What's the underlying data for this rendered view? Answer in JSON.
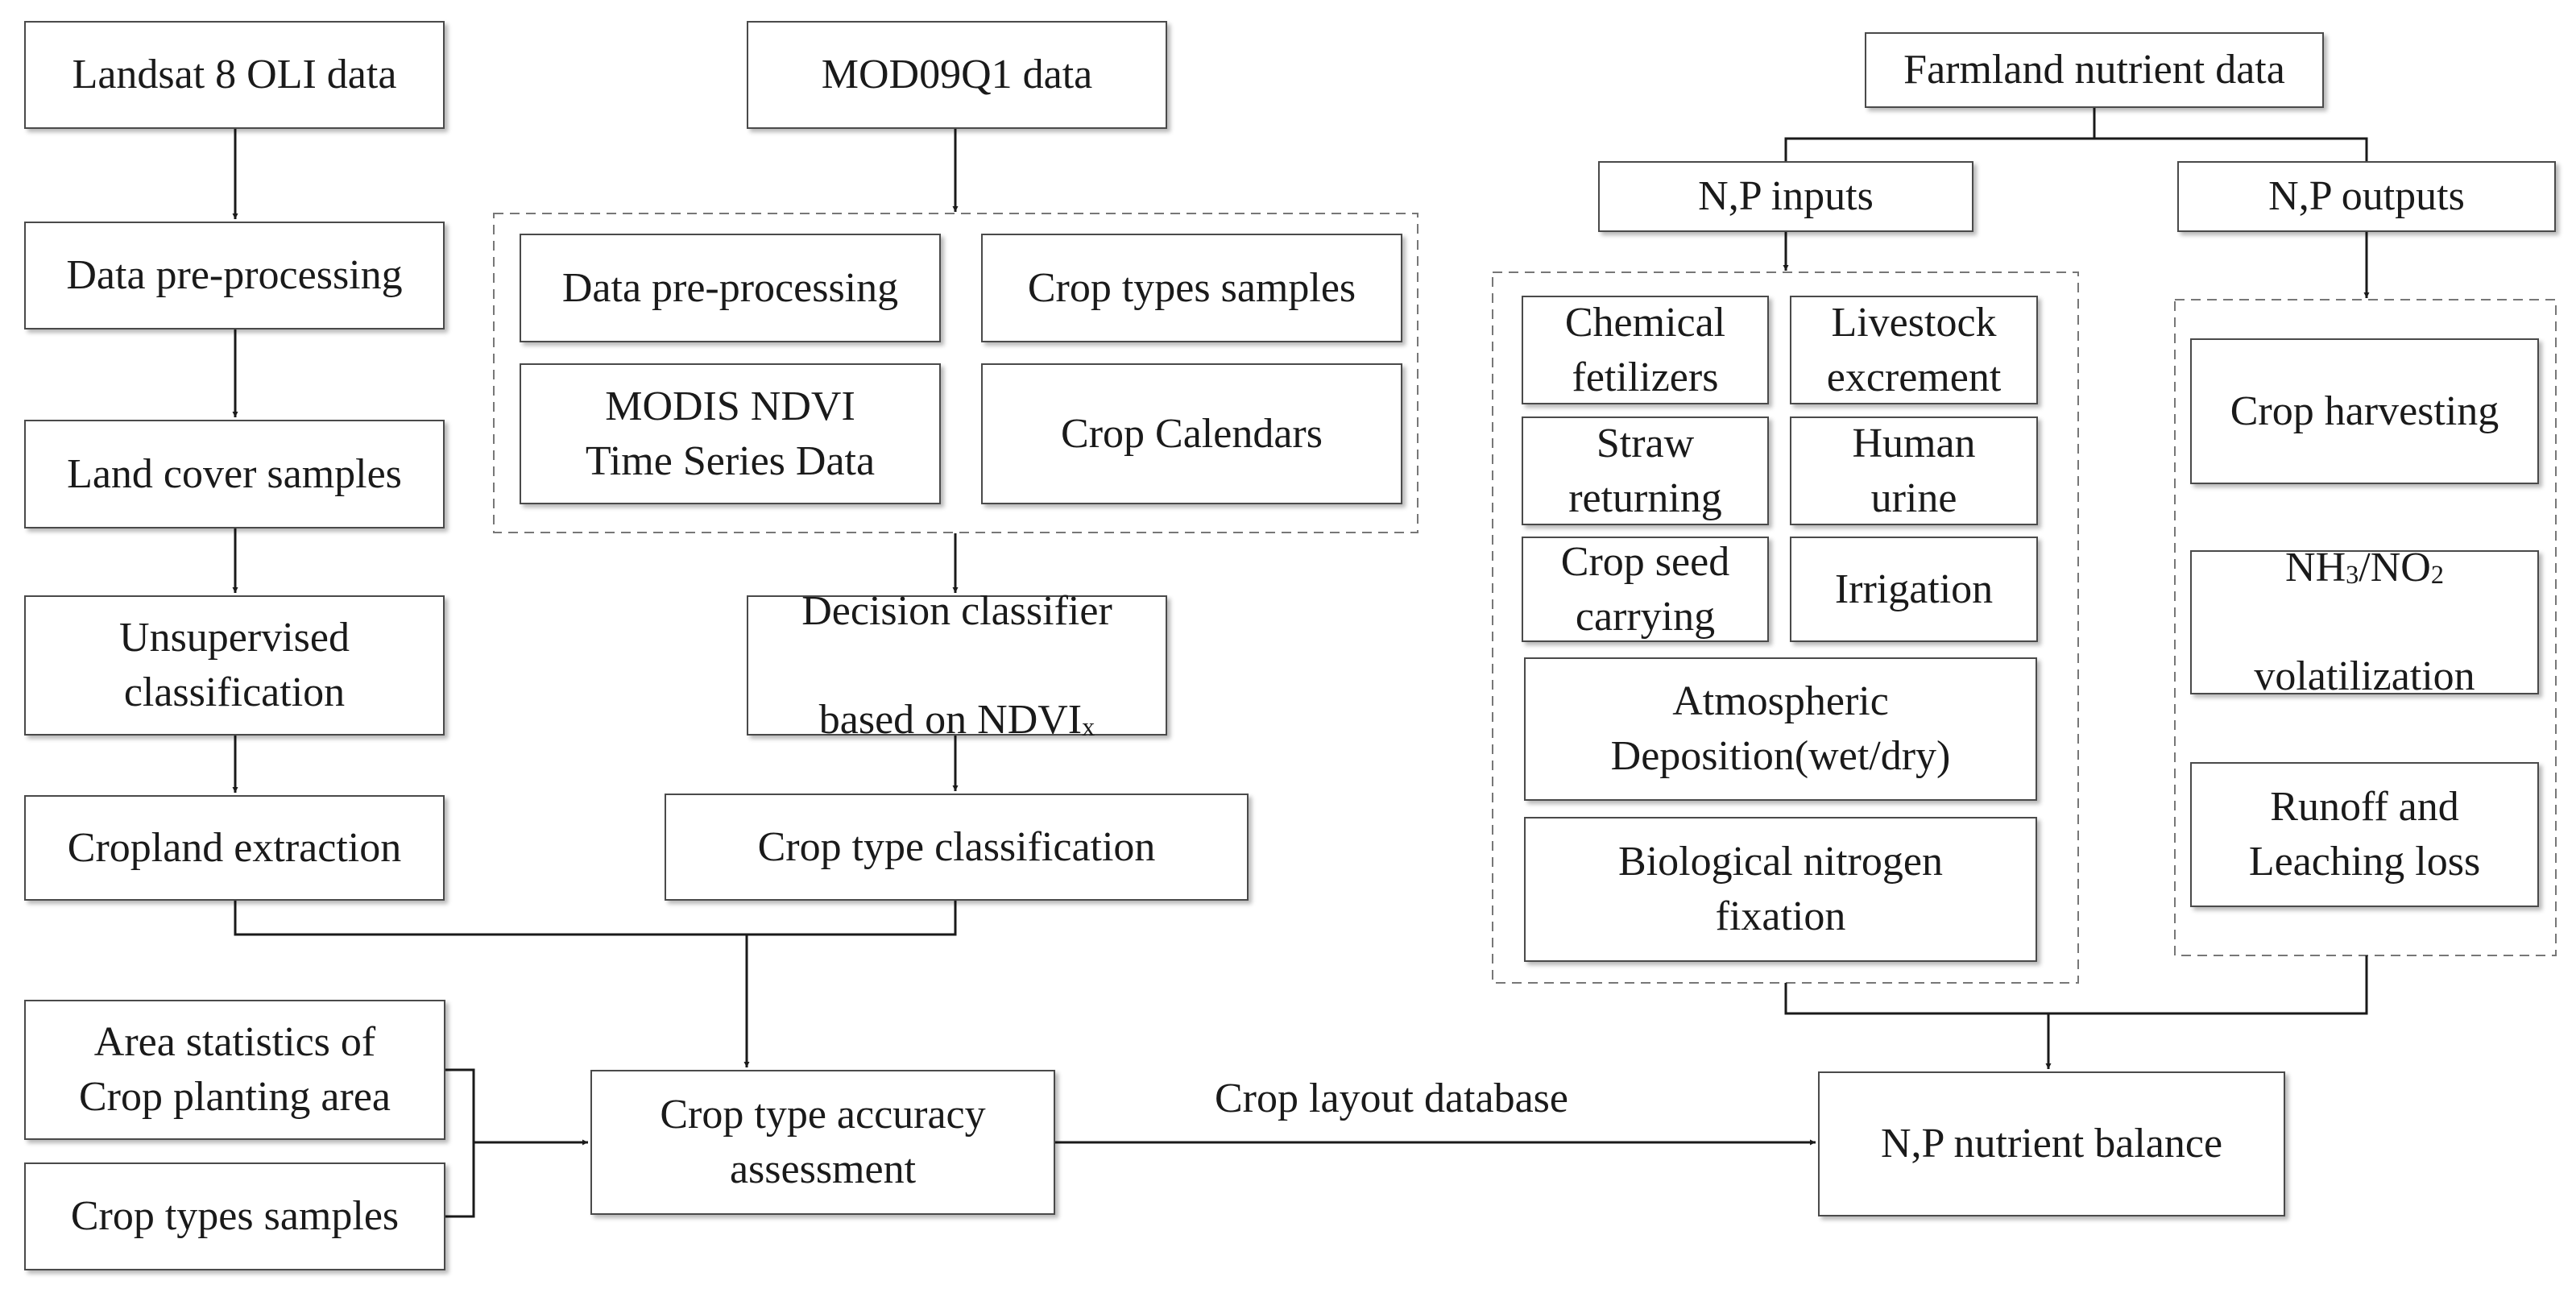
{
  "colors": {
    "line": "#1a1a1a",
    "border": "#4a4a4a",
    "dashed": "#777777"
  },
  "landsat": {
    "source": "Landsat 8 OLI data",
    "preprocess": "Data pre-processing",
    "samples": "Land cover samples",
    "unsupervised": "Unsupervised\nclassification",
    "cropland": "Cropland extraction"
  },
  "modis": {
    "source": "MOD09Q1 data",
    "preprocess": "Data pre-processing",
    "crop_samples": "Crop types samples",
    "ndvi_series": "MODIS NDVI\nTime Series Data",
    "calendars": "Crop Calendars",
    "decision_line1": "Decision classifier",
    "decision_line2": "based on NDVI",
    "decision_sub": "x",
    "crop_classification": "Crop type classification"
  },
  "assessment": {
    "area_stats": "Area statistics of\nCrop planting area",
    "crop_samples": "Crop types samples",
    "accuracy": "Crop type accuracy\nassessment",
    "edge_label": "Crop layout database"
  },
  "nutrient": {
    "source": "Farmland nutrient data",
    "inputs": "N,P inputs",
    "outputs": "N,P outputs",
    "chemical": "Chemical\nfetilizers",
    "livestock": "Livestock\nexcrement",
    "straw": "Straw\nreturning",
    "urine": "Human\nurine",
    "seed": "Crop seed\ncarrying",
    "irrigation": "Irrigation",
    "atmospheric": "Atmospheric\nDeposition(wet/dry)",
    "biological": "Biological nitrogen\nfixation",
    "harvest": "Crop harvesting",
    "volat_nh": "NH",
    "volat_3": "3",
    "volat_no": "/NO",
    "volat_2": "2",
    "volat_word": "volatilization",
    "runoff": "Runoff and\nLeaching loss",
    "balance": "N,P nutrient balance"
  }
}
